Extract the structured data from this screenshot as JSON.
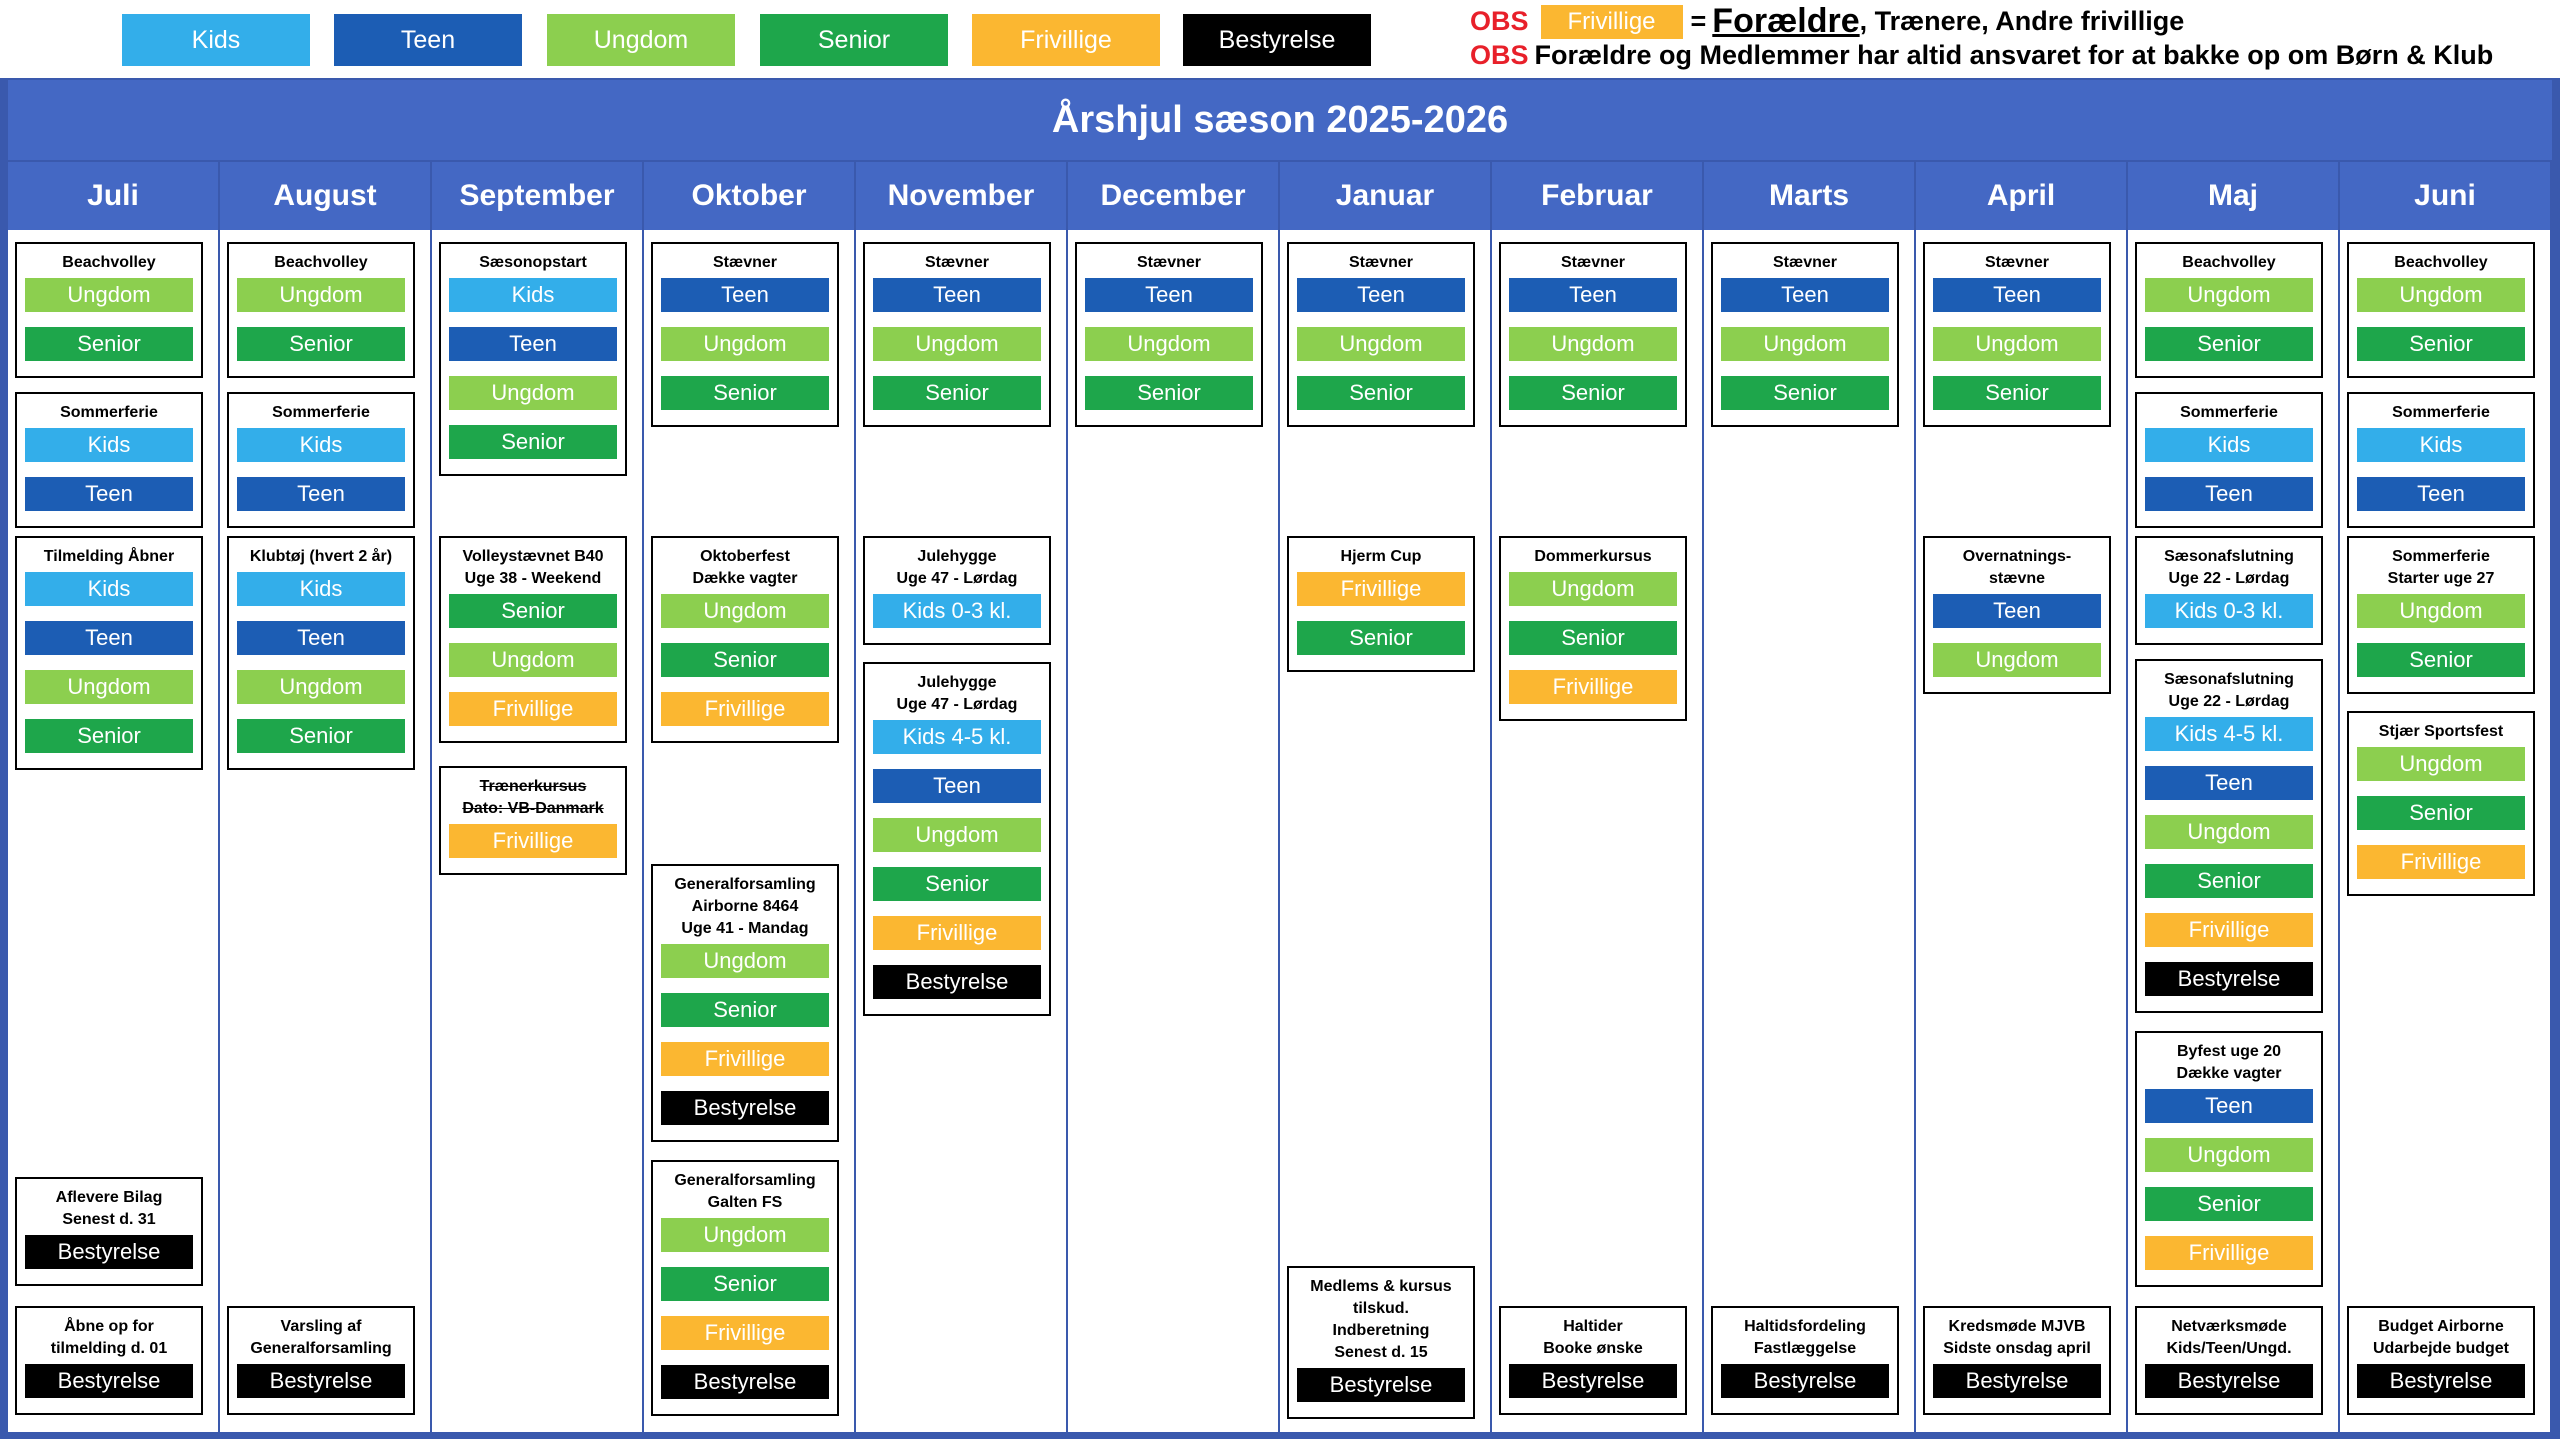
{
  "legend": [
    {
      "label": "Kids",
      "cls": "kids"
    },
    {
      "label": "Teen",
      "cls": "teen"
    },
    {
      "label": "Ungdom",
      "cls": "ungdom"
    },
    {
      "label": "Senior",
      "cls": "senior"
    },
    {
      "label": "Frivillige",
      "cls": "frivillige"
    },
    {
      "label": "Bestyrelse",
      "cls": "bestyrelse"
    }
  ],
  "obs": {
    "label": "OBS",
    "chip": "Frivillige",
    "equals": "=",
    "parents": "Forældre",
    "line1_rest": ", Trænere, Andre frivillige",
    "line2": "Forældre og Medlemmer har altid ansvaret for at bakke op om Børn & Klub"
  },
  "colors": {
    "kids": "#33aeea",
    "teen": "#1c5db4",
    "ungdom": "#8ccf4f",
    "senior": "#1ea64b",
    "frivillige": "#fbb731",
    "bestyrelse": "#000000",
    "header": "#4468c4",
    "obs": "#e8202a"
  },
  "title": "Årshjul sæson 2025-2026",
  "months": [
    {
      "name": "Juli",
      "events": [
        {
          "title": "Beachvolley",
          "tags": [
            "Ungdom",
            "Senior"
          ]
        },
        {
          "title": "Sommerferie",
          "tags": [
            "Kids",
            "Teen"
          ]
        },
        {
          "title": "Tilmelding Åbner",
          "tags": [
            "Kids",
            "Teen",
            "Ungdom",
            "Senior"
          ]
        },
        {
          "title": "Aflevere Bilag\nSenest d. 31",
          "tags": [
            "Bestyrelse"
          ]
        },
        {
          "title": "Åbne op for\ntilmelding d. 01",
          "tags": [
            "Bestyrelse"
          ]
        }
      ]
    },
    {
      "name": "August",
      "events": [
        {
          "title": "Beachvolley",
          "tags": [
            "Ungdom",
            "Senior"
          ]
        },
        {
          "title": "Sommerferie",
          "tags": [
            "Kids",
            "Teen"
          ]
        },
        {
          "title": "Klubtøj (hvert 2 år)",
          "tags": [
            "Kids",
            "Teen",
            "Ungdom",
            "Senior"
          ]
        },
        {
          "title": "Varsling af\nGeneralforsamling",
          "tags": [
            "Bestyrelse"
          ]
        }
      ]
    },
    {
      "name": "September",
      "events": [
        {
          "title": "Sæsonopstart",
          "tags": [
            "Kids",
            "Teen",
            "Ungdom",
            "Senior"
          ]
        },
        {
          "title": "Volleystævnet B40\nUge 38 - Weekend",
          "tags": [
            "Senior",
            "Ungdom",
            "Frivillige"
          ]
        },
        {
          "title": "Trænerkursus\nDato: VB-Danmark",
          "tags": [
            "Frivillige"
          ],
          "strike": true
        }
      ]
    },
    {
      "name": "Oktober",
      "events": [
        {
          "title": "Stævner",
          "tags": [
            "Teen",
            "Ungdom",
            "Senior"
          ]
        },
        {
          "title": "Oktoberfest\nDække vagter",
          "tags": [
            "Ungdom",
            "Senior",
            "Frivillige"
          ]
        },
        {
          "title": "Generalforsamling\nAirborne 8464\nUge 41 - Mandag",
          "tags": [
            "Ungdom",
            "Senior",
            "Frivillige",
            "Bestyrelse"
          ]
        },
        {
          "title": "Generalforsamling\nGalten FS",
          "tags": [
            "Ungdom",
            "Senior",
            "Frivillige",
            "Bestyrelse"
          ]
        }
      ]
    },
    {
      "name": "November",
      "events": [
        {
          "title": "Stævner",
          "tags": [
            "Teen",
            "Ungdom",
            "Senior"
          ]
        },
        {
          "title": "Julehygge\nUge 47 - Lørdag",
          "tags": [
            "Kids 0-3 kl."
          ]
        },
        {
          "title": "Julehygge\nUge 47 - Lørdag",
          "tags": [
            "Kids 4-5 kl.",
            "Teen",
            "Ungdom",
            "Senior",
            "Frivillige",
            "Bestyrelse"
          ]
        }
      ]
    },
    {
      "name": "December",
      "events": [
        {
          "title": "Stævner",
          "tags": [
            "Teen",
            "Ungdom",
            "Senior"
          ]
        }
      ]
    },
    {
      "name": "Januar",
      "events": [
        {
          "title": "Stævner",
          "tags": [
            "Teen",
            "Ungdom",
            "Senior"
          ]
        },
        {
          "title": "Hjerm Cup",
          "tags": [
            "Frivillige",
            "Senior"
          ]
        },
        {
          "title": "Medlems & kursus\ntilskud.\nIndberetning\nSenest d. 15",
          "tags": [
            "Bestyrelse"
          ]
        }
      ]
    },
    {
      "name": "Februar",
      "events": [
        {
          "title": "Stævner",
          "tags": [
            "Teen",
            "Ungdom",
            "Senior"
          ]
        },
        {
          "title": "Dommerkursus",
          "tags": [
            "Ungdom",
            "Senior",
            "Frivillige"
          ]
        },
        {
          "title": "Haltider\nBooke ønske",
          "tags": [
            "Bestyrelse"
          ]
        }
      ]
    },
    {
      "name": "Marts",
      "events": [
        {
          "title": "Stævner",
          "tags": [
            "Teen",
            "Ungdom",
            "Senior"
          ]
        },
        {
          "title": "Haltidsfordeling\nFastlæggelse",
          "tags": [
            "Bestyrelse"
          ]
        }
      ]
    },
    {
      "name": "April",
      "events": [
        {
          "title": "Stævner",
          "tags": [
            "Teen",
            "Ungdom",
            "Senior"
          ]
        },
        {
          "title": "Overnatnings-\nstævne",
          "tags": [
            "Teen",
            "Ungdom"
          ]
        },
        {
          "title": "Kredsmøde MJVB\nSidste onsdag april",
          "tags": [
            "Bestyrelse"
          ]
        }
      ]
    },
    {
      "name": "Maj",
      "events": [
        {
          "title": "Beachvolley",
          "tags": [
            "Ungdom",
            "Senior"
          ]
        },
        {
          "title": "Sommerferie",
          "tags": [
            "Kids",
            "Teen"
          ]
        },
        {
          "title": "Sæsonafslutning\nUge 22 - Lørdag",
          "tags": [
            "Kids 0-3 kl."
          ]
        },
        {
          "title": "Sæsonafslutning\nUge 22 - Lørdag",
          "tags": [
            "Kids 4-5 kl.",
            "Teen",
            "Ungdom",
            "Senior",
            "Frivillige",
            "Bestyrelse"
          ]
        },
        {
          "title": "Byfest uge 20\nDække vagter",
          "tags": [
            "Teen",
            "Ungdom",
            "Senior",
            "Frivillige"
          ]
        },
        {
          "title": "Netværksmøde\nKids/Teen/Ungd.",
          "tags": [
            "Bestyrelse"
          ]
        }
      ]
    },
    {
      "name": "Juni",
      "events": [
        {
          "title": "Beachvolley",
          "tags": [
            "Ungdom",
            "Senior"
          ]
        },
        {
          "title": "Sommerferie",
          "tags": [
            "Kids",
            "Teen"
          ]
        },
        {
          "title": "Sommerferie\nStarter uge 27",
          "tags": [
            "Ungdom",
            "Senior"
          ]
        },
        {
          "title": "Stjær Sportsfest",
          "tags": [
            "Ungdom",
            "Senior",
            "Frivillige"
          ]
        },
        {
          "title": "Budget Airborne\nUdarbejde budget",
          "tags": [
            "Bestyrelse"
          ]
        }
      ]
    }
  ]
}
